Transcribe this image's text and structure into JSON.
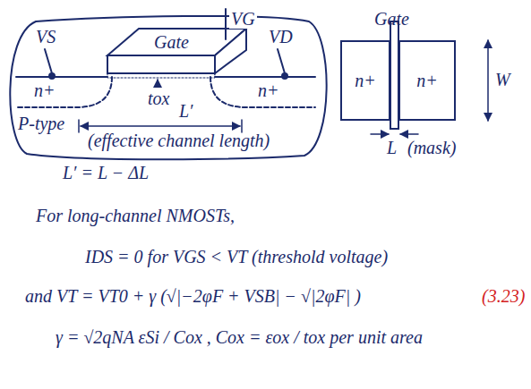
{
  "diagram": {
    "nodes": [
      {
        "text": [
          "n+"
        ]
      },
      {
        "text": [
          "n+"
        ]
      }
    ],
    "labels": [
      "VS",
      "VG",
      "Gate",
      "VD",
      "n+",
      "tox",
      "n+",
      "P-type",
      "L′",
      "(effective channel length)",
      "Gate",
      "W",
      "L",
      "(mask)",
      "L′ = L − ΔL",
      "For long-channel NMOSTs,",
      "IDS = 0 for VGS < VT (threshold voltage)",
      "and VT = VT0 + γ (√|−2φF + VSB| − √|2φF| )",
      "(3.23)",
      "γ = √2qNA εSi / Cox , Cox = εox / tox per unit area"
    ]
  }
}
